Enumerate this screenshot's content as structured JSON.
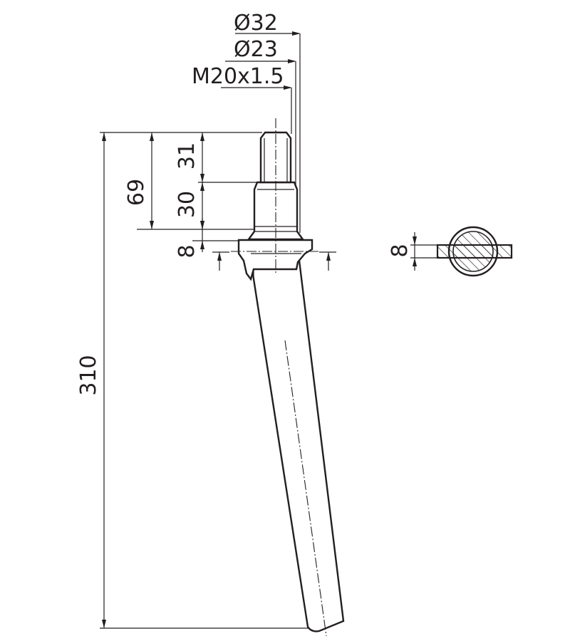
{
  "drawing": {
    "dimensions": {
      "outer_diameter": "Ø32",
      "inner_diameter": "Ø23",
      "thread": "M20x1.5",
      "overall_length": "310",
      "upper_length": "69",
      "thread_length": "31",
      "shank_length": "30",
      "collar_thickness": "8",
      "section_thickness": "8"
    },
    "colors": {
      "ink": "#231f20",
      "paper": "#ffffff"
    }
  }
}
